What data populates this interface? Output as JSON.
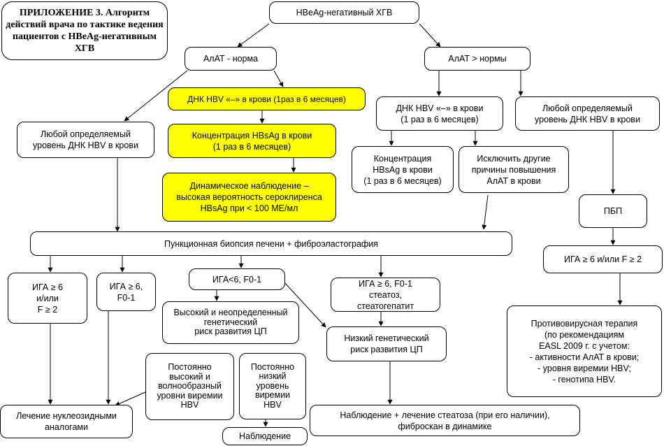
{
  "title": "ПРИЛОЖЕНИЕ 3. Алгоритм действий врача по тактике ведения пациентов с HBeAg-негативным ХГВ",
  "nodes": {
    "root": "HBeAg-негативный ХГВ",
    "alt_norm": "АлАТ - норма",
    "alt_above": "АлАТ > нормы",
    "dna_neg_left": "ДНК HBV «–» в крови (1раз в 6 месяцев)",
    "any_dna_left": "Любой определяемый\nуровень ДНК HBV в крови",
    "hbsag_conc_left": "Концентрация HBsAg в крови\n(1 раз в 6 месяцев)",
    "dynamic_obs": "Динамическое наблюдение –\nвысокая вероятность сероклиренса\nHBsAg при < 100 МЕ/мл",
    "dna_neg_right": "ДНК HBV «–» в крови\n(1 раз в 6 месяцев)",
    "any_dna_right": "Любой определяемый\nуровень ДНК HBV в крови",
    "hbsag_conc_right": "Концентрация\nHBsAg в крови\n(1 раз в 6 месяцев)",
    "exclude_other": "Исключить другие\nпричины повышения\nАлАТ в крови",
    "biopsy": "Пункционная биопсия печени + фиброэластография",
    "pbp": "ПБП",
    "iga6_or_f2_right": "ИГА ≥ 6 и/или F ≥ 2",
    "iga6_or_f2_left": "ИГА ≥ 6\nи/или\nF ≥ 2",
    "iga6_f01": "ИГА ≥ 6,\nF0-1",
    "iga_lt6": "ИГА<6, F0-1",
    "iga6_steatosis": "ИГА ≥ 6, F0-1\nстеатоз,\nстеатогепатит",
    "high_risk": "Высокий и неопределенный\nгенетический\nриск развития ЦП",
    "low_risk": "Низкий генетический\nриск развития ЦП",
    "const_high": "Постоянно\nвысокий и\nволнообразный\nуровни виремии\nHBV",
    "const_low": "Постоянно\nнизкий\nуровень\nвиремии\nHBV",
    "antiviral": "Противовирусная терапия\n(по рекомендациям\nEASL 2009 г. с учетом:\n- активности АлАТ в крови;\n- уровня виремии HBV;\n- генотипа HBV.",
    "nucleoside": "Лечение нуклеозидными\nаналогами",
    "observation": "Наблюдение",
    "obs_steatosis": "Наблюдение + лечение стеатоза (при его наличии),\nфиброскан в динамике"
  },
  "colors": {
    "highlight": "#ffff00",
    "border": "#000000",
    "background": "#ffffff"
  }
}
